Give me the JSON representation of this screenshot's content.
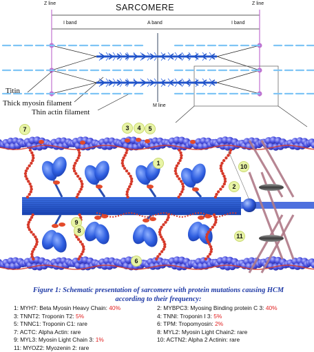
{
  "top_diagram": {
    "title": "SARCOMERE",
    "z_line_left": "Z line",
    "z_line_right": "Z line",
    "i_band_left": "I band",
    "a_band": "A  band",
    "i_band_right": "I band",
    "m_line": "M line",
    "titin": "Titin",
    "thick_filament": "Thick myosin filament",
    "thin_filament": "Thin actin filament"
  },
  "markers": [
    "7",
    "3",
    "4",
    "5",
    "1",
    "2",
    "10",
    "9",
    "8",
    "6",
    "11"
  ],
  "caption": {
    "line1": "Figure 1: Schematic presentation of sarcomere with  protein mutations causing HCM",
    "line2": "according to their frequency:"
  },
  "legend": [
    {
      "text": "1: MYH7: Beta Myosin Heavy Chain: ",
      "freq": "40%",
      "color": "#e02020"
    },
    {
      "text": "2: MYBPC3: Myosing Binding protein C 3: ",
      "freq": "40%",
      "color": "#e02020"
    },
    {
      "text": "3: TNNT2: Troponin T2: ",
      "freq": "5%",
      "color": "#e02020"
    },
    {
      "text": "4: TNNI: Troponin I 3: ",
      "freq": "5%",
      "color": "#e02020"
    },
    {
      "text": "5: TNNC1: Troponin C1: ",
      "freq": "rare",
      "color": "#111111"
    },
    {
      "text": "6: TPM: Tropomyosin: ",
      "freq": "2%",
      "color": "#e02020"
    },
    {
      "text": "7: ACTC: Alpha Actin: ",
      "freq": "rare",
      "color": "#111111"
    },
    {
      "text": "8: MYL2: Myosin Light Chain2: ",
      "freq": "rare",
      "color": "#111111"
    },
    {
      "text": "9: MYL3: Myosin Light Chain 3: ",
      "freq": "1%",
      "color": "#e02020"
    },
    {
      "text": "10: ACTN2: Alpha 2 Actinin: ",
      "freq": "rare",
      "color": "#111111"
    },
    {
      "text": "11: MYOZ2: Myozenin 2: ",
      "freq": "rare",
      "color": "#111111"
    }
  ],
  "colors": {
    "actin": "#3a3fd6",
    "actin_highlight": "#7f86ff",
    "myosin_head": "#2f5fe0",
    "thick": "#1f52c8",
    "tropomyosin": "#d63a2a",
    "troponin": "#e34a2a",
    "titin": "#c97fb0",
    "zdisc": "#c070d0",
    "caption": "#1f3aa6",
    "frequency": "#e02020"
  }
}
